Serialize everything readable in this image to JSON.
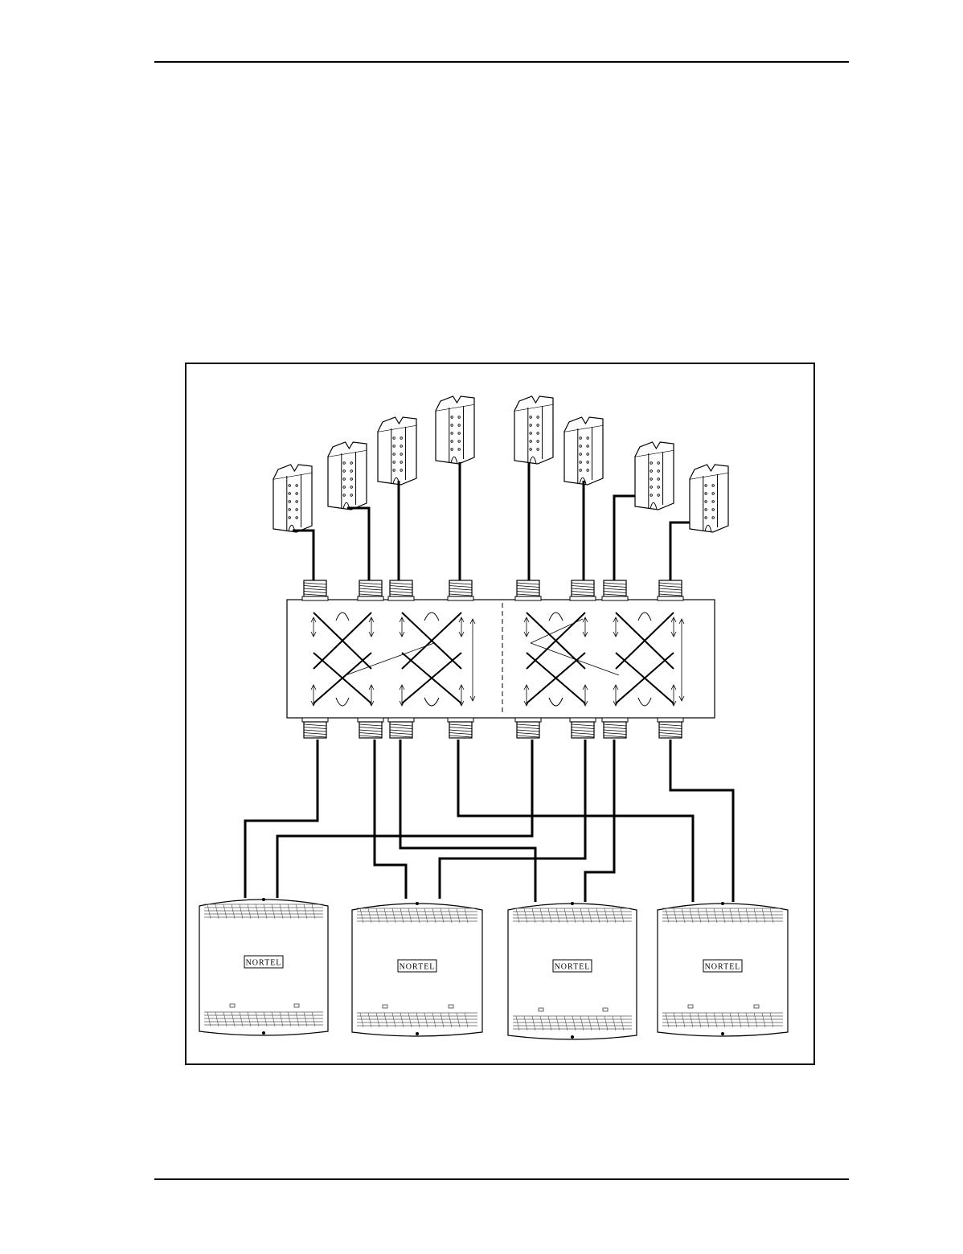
{
  "figure": {
    "antenna_count": 8,
    "unit_count": 4,
    "unit_brand": "NORTEL",
    "colors": {
      "ink": "#000000",
      "paper": "#ffffff",
      "grey": "#555555"
    },
    "icons": [
      "antenna-icon",
      "coax-connector-icon",
      "splitter-combiner-panel",
      "base-station-unit-icon",
      "nortel-logo"
    ]
  }
}
